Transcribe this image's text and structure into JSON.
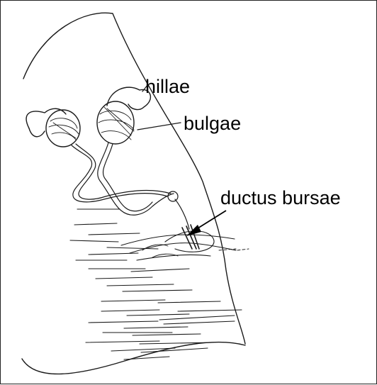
{
  "labels": {
    "hillae": "hillae",
    "bulgae": "bulgae",
    "ductus_bursae": "ductus bursae"
  },
  "colors": {
    "ink": "#1a1a1a",
    "background": "#ffffff"
  }
}
